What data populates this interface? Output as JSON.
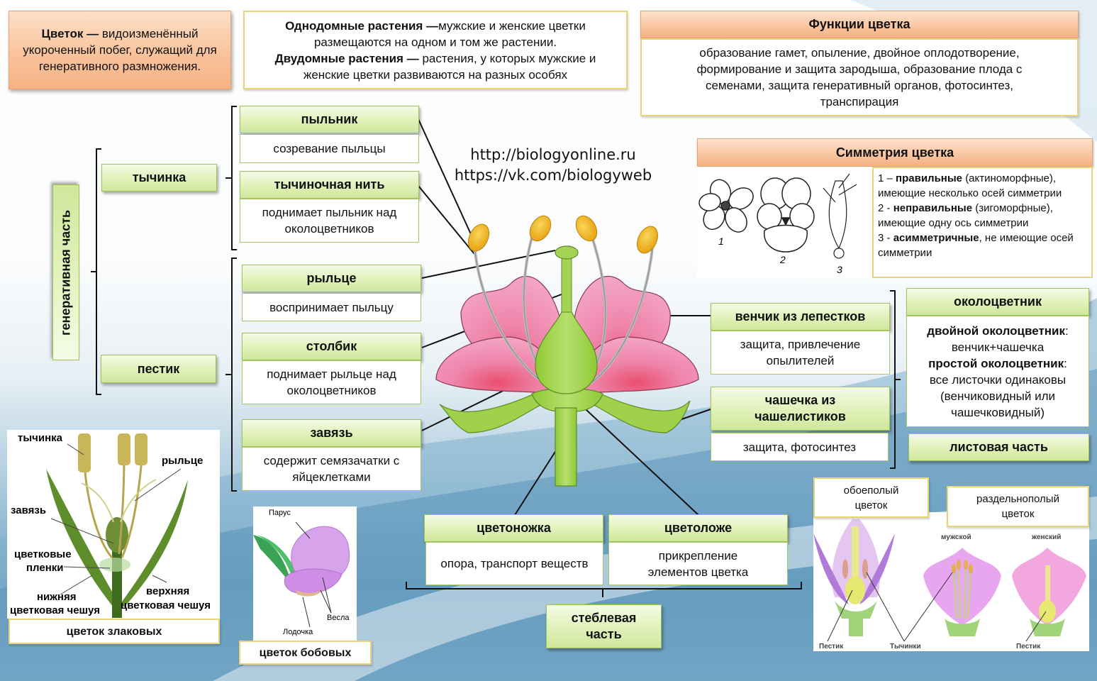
{
  "definition": {
    "term": "Цветок —",
    "text": "видоизменённый укороченный побег, служащий для генеративного размножения."
  },
  "plant_types": {
    "monoecious_term": "Однодомные растения —",
    "monoecious_text": "мужские и женские цветки размещаются на одном и том же растении.",
    "dioecious_term": "Двудомные растения —",
    "dioecious_text": "растения, у которых мужские и женские цветки развиваются на разных особях"
  },
  "functions": {
    "title": "Функции цветка",
    "text": "образование гамет, опыление, двойное оплодотворение, формирование и защита зародыша, образование плода с семенами, защита генеративный органов, фотосинтез, транспирация"
  },
  "links": {
    "url1": "http://biologyonline.ru",
    "url2": "https://vk.com/biologyweb"
  },
  "symmetry": {
    "title": "Симметрия цветка",
    "fig_numbers": [
      "1",
      "2",
      "3"
    ],
    "items": [
      {
        "num": "1 –",
        "term": "правильные",
        "text": "(актиноморфные), имеющие несколько осей симметрии"
      },
      {
        "num": "2 -",
        "term": "неправильные",
        "text": "(зигоморфные), имеющие одну ось симметрии"
      },
      {
        "num": "3 -",
        "term": "асимметричные",
        "text": ", не имеющие осей симметрии"
      }
    ]
  },
  "generative": {
    "label": "генеративная часть",
    "stamen": {
      "label": "тычинка",
      "parts": [
        {
          "name": "пыльник",
          "function": "созревание пыльцы"
        },
        {
          "name": "тычиночная нить",
          "function": "поднимает пыльник над околоцветников"
        }
      ]
    },
    "pistil": {
      "label": "пестик",
      "parts": [
        {
          "name": "рыльце",
          "function": "воспринимает пыльцу"
        },
        {
          "name": "столбик",
          "function": "поднимает рыльце над околоцветников"
        },
        {
          "name": "завязь",
          "function": "содержит семязачатки с яйцеклетками"
        }
      ]
    }
  },
  "perianth_parts": [
    {
      "name": "венчик из лепестков",
      "function": "защита, привлечение опылителей"
    },
    {
      "name": "чашечка из чашелистиков",
      "function": "защита, фотосинтез"
    }
  ],
  "perianth": {
    "title": "околоцветник",
    "double_term": "двойной околоцветник",
    "double_text": "венчик+чашечка",
    "simple_term": "простой околоцветник",
    "simple_text": "все листочки одинаковы (венчиковидный или чашечковидный)",
    "leaf_part": "листовая часть"
  },
  "stem_parts": [
    {
      "name": "цветоножка",
      "function": "опора, транспорт веществ"
    },
    {
      "name": "цветоложе",
      "function": "прикрепление элементов цветка"
    }
  ],
  "stem_label": "стеблевая часть",
  "grass_flower": {
    "caption": "цветок злаковых",
    "labels": {
      "stamen": "тычинка",
      "stigma": "рыльце",
      "ovary": "завязь",
      "lodicules": "цветковые пленки",
      "lower_lemma": "нижняя цветковая чешуя",
      "upper_palea": "верхняя цветковая чешуя"
    }
  },
  "legume_flower": {
    "caption": "цветок бобовых",
    "labels": {
      "sail": "Парус",
      "wings": "Весла",
      "keel": "Лодочка"
    }
  },
  "sex_flowers": {
    "bisexual": "обоеполый цветок",
    "unisexual": "раздельнополый цветок",
    "male": "мужской",
    "female": "женский",
    "pistil": "Пестик",
    "stamens": "Тычинки",
    "pistil2": "Пестик"
  },
  "colors": {
    "orange_header": "#f9c39c",
    "green_header": "#dcefb4",
    "yellow_border": "#e8d57a",
    "petal_pink": "#ee7fa8",
    "green_plant": "#9fd14a",
    "anther_yellow": "#f2b51c"
  }
}
